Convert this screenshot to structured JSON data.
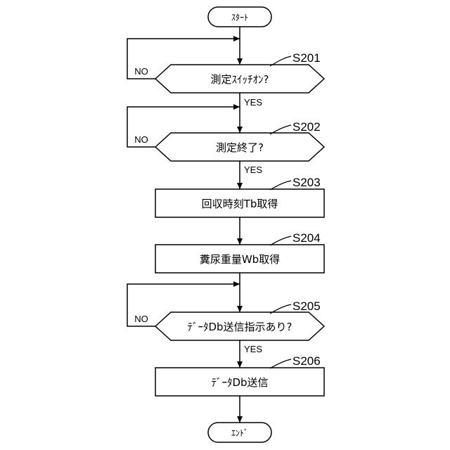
{
  "terminals": {
    "start": "ｽﾀｰﾄ",
    "end": "ｴﾝﾄﾞ"
  },
  "steps": [
    {
      "id": "S201",
      "text": "測定ｽｲｯﾁｵﾝ?"
    },
    {
      "id": "S202",
      "text": "測定終了?"
    },
    {
      "id": "S203",
      "text": "回収時刻Tb取得"
    },
    {
      "id": "S204",
      "text": "糞尿重量Wb取得"
    },
    {
      "id": "S205",
      "text": "ﾃﾞｰﾀDb送信指示あり?"
    },
    {
      "id": "S206",
      "text": "ﾃﾞｰﾀDb送信"
    }
  ],
  "branch_labels": {
    "yes": "YES",
    "no": "NO"
  }
}
